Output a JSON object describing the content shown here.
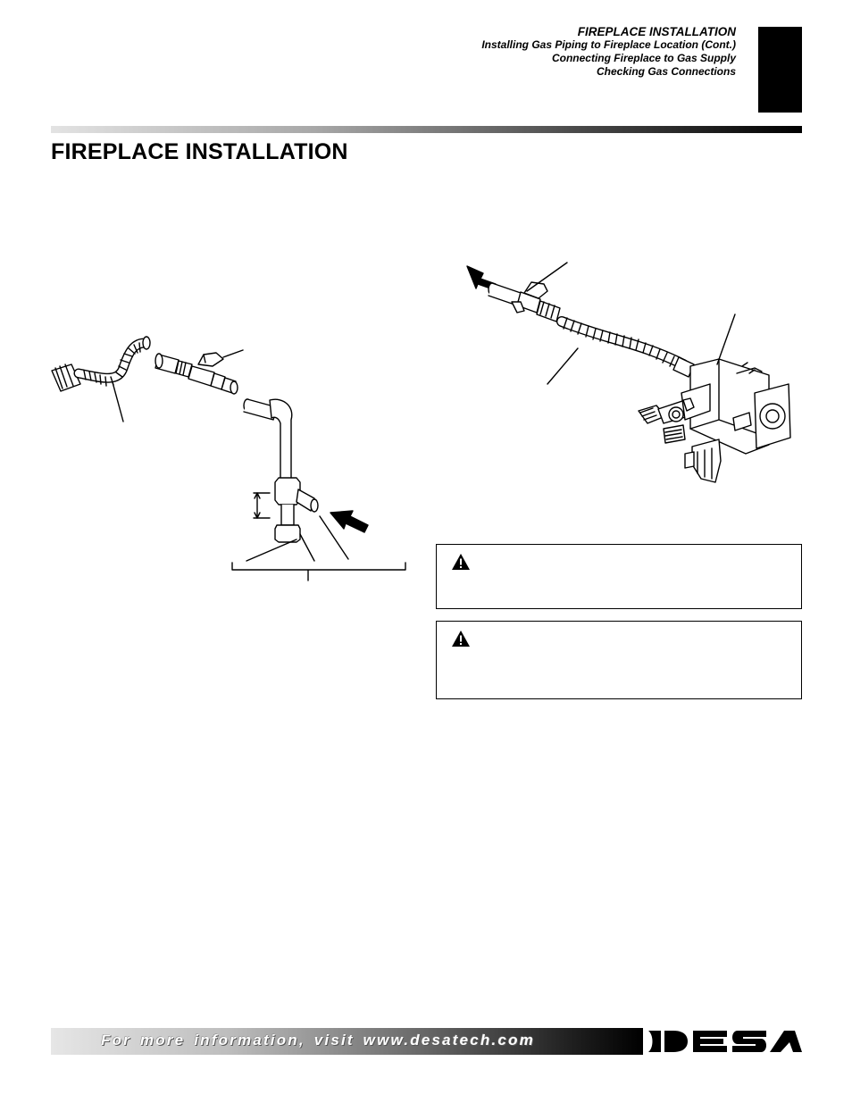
{
  "header": {
    "section": "FIREPLACE INSTALLATION",
    "sub1": "Installing Gas Piping to Fireplace Location  (Cont.)",
    "sub2": "Connecting Fireplace to Gas Supply",
    "sub3": "Checking Gas Connections"
  },
  "page_title": "FIREPLACE INSTALLATION",
  "footer": {
    "text": "For more information, visit www.desatech.com",
    "logo": "DESA"
  },
  "icons": {
    "warning": "warning-triangle-icon",
    "arrow": "flow-arrow-icon"
  },
  "colors": {
    "text": "#000000",
    "background": "#ffffff"
  }
}
